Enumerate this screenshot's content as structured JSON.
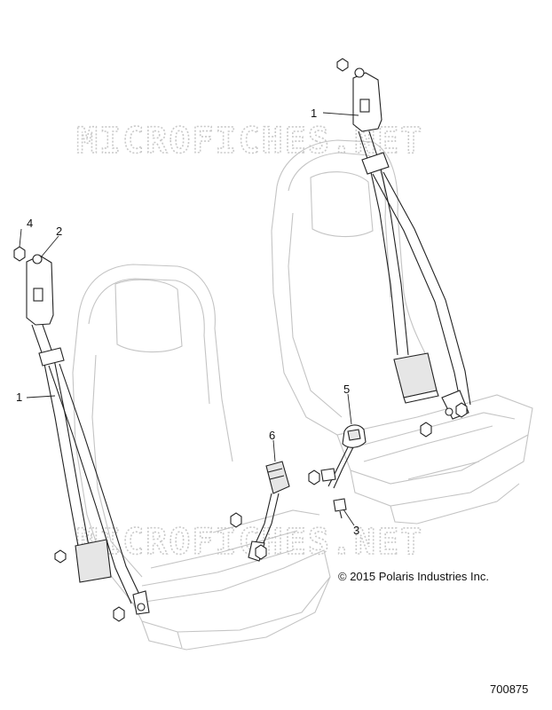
{
  "watermark": {
    "text": "MICROFICHES.NET"
  },
  "copyright": "© 2015 Polaris Industries Inc.",
  "figure_number": "700875",
  "callouts": {
    "c1_right": "1",
    "c1_left": "1",
    "c2": "2",
    "c3": "3",
    "c4": "4",
    "c5": "5",
    "c6": "6"
  }
}
